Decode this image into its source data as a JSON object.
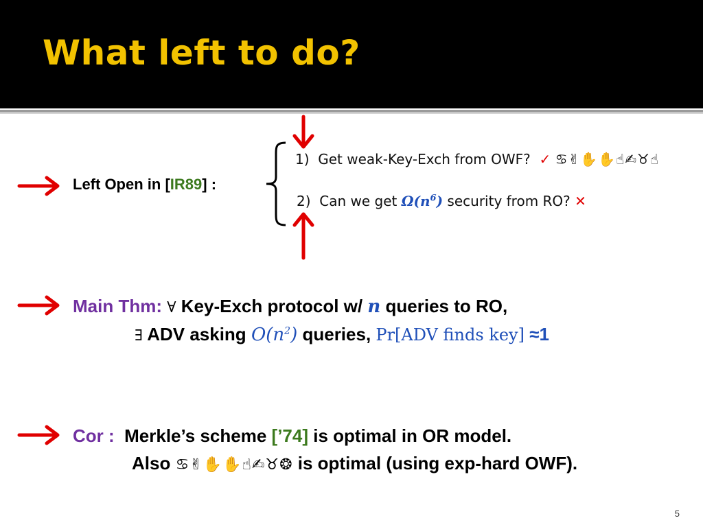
{
  "slide": {
    "title": "What left to do?",
    "number": "5"
  },
  "open": {
    "label_prefix": "Left Open in [",
    "label_cite": "IR89",
    "label_suffix": "] :",
    "item1": {
      "num": "1)",
      "text": "Get weak-Key-Exch from OWF?",
      "check": "✓",
      "glyphs": "♋✌✋✋☝✍♉☝"
    },
    "item2": {
      "num": "2)",
      "text_before": "Can we get",
      "math": "Ω(n",
      "math_exp": "6",
      "math_close": ")",
      "text_after": "security from RO?",
      "cross": "✕"
    }
  },
  "main_thm": {
    "label": "Main Thm:",
    "forall": "∀",
    "line1_text": "Key-Exch protocol w/",
    "line1_n": "n",
    "line1_tail": "queries to RO,",
    "exists": "∃",
    "line2_text": "ADV asking",
    "line2_math": "O(n",
    "line2_exp": "2",
    "line2_close": ")",
    "line2_tail": "queries,",
    "pr_text": "Pr[ADV finds key]",
    "approx": "≈1"
  },
  "cor": {
    "label": "Cor :",
    "line1_text": "Merkle’s scheme",
    "line1_cite": "[’74]",
    "line1_tail": "is optimal in OR model.",
    "line2_prefix": "Also",
    "line2_glyphs": "♋✌✋✋☝✍♉❂",
    "line2_tail": "is optimal (using exp-hard OWF)."
  },
  "colors": {
    "title": "#f2c200",
    "header_bg": "#000000",
    "arrow": "#e00000",
    "purple": "#7030a0",
    "green": "#3c7a1e",
    "blue": "#1f4fb8"
  },
  "icons": [
    "right-arrow-icon",
    "down-arrow-icon",
    "up-arrow-icon",
    "left-brace-icon",
    "checkmark-icon",
    "cross-icon"
  ]
}
